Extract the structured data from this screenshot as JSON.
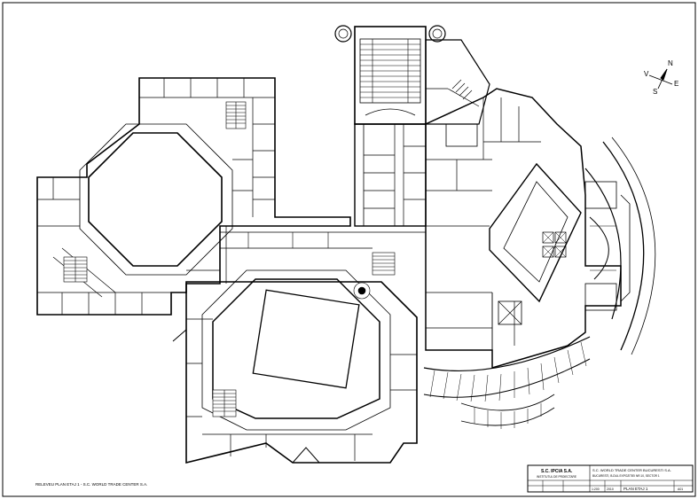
{
  "drawing": {
    "note_bottom_left": "RELEVEU PLAN ETAJ 1 - S.C. WORLD TRADE CENTER S.A.",
    "compass_letters": [
      "N",
      "E",
      "S",
      "V"
    ],
    "colors": {
      "ink": "#000000",
      "paper": "#ffffff",
      "hatch": "#555555"
    }
  },
  "title_block": {
    "company": "S.C. IPCIA S.A.",
    "company_sub": "INSTITUTUL DE PROIECTARE",
    "project_line1": "S.C. WORLD TRADE CENTER BUCURESTI S.A.",
    "project_line2": "BUCURESTI, B-DUL EXPOZITIEI NR.10, SECTOR 1",
    "sheet_title": "PLAN ETAJ 1",
    "scale": "1:200",
    "date": "2010",
    "sheet_no": "A01"
  }
}
